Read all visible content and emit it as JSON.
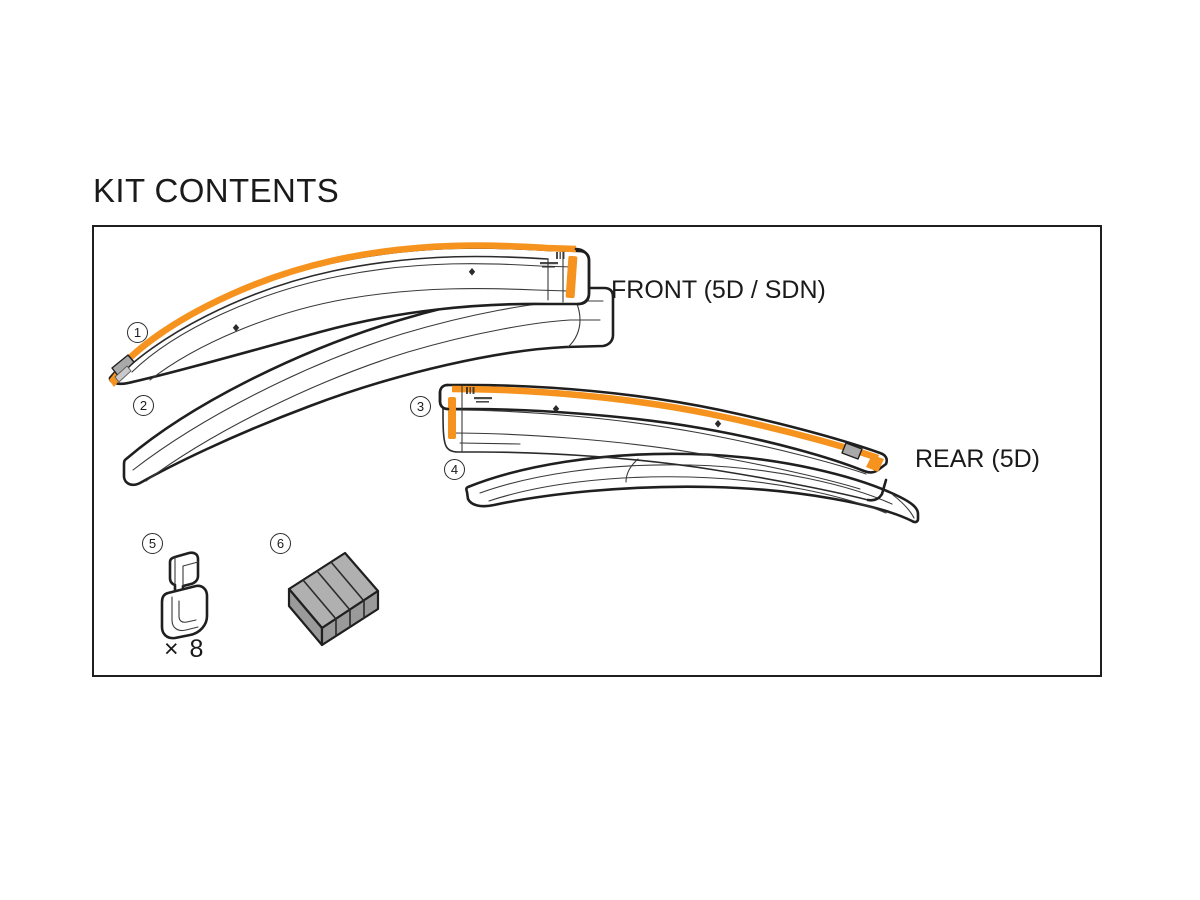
{
  "page": {
    "title": "KIT CONTENTS",
    "background_color": "#ffffff",
    "line_color": "#1f1f1f",
    "accent_color": "#f5931e",
    "shade_gray": "#a9a9a9"
  },
  "panel": {
    "border_color": "#1f1f1f"
  },
  "labels": {
    "front": "FRONT (5D / SDN)",
    "rear": "REAR (5D)",
    "quantity_clip": "× 8"
  },
  "callouts": [
    {
      "number": "1",
      "part": "front-upper-window-visor-with-adhesive-tape"
    },
    {
      "number": "2",
      "part": "front-lower-window-visor"
    },
    {
      "number": "3",
      "part": "rear-upper-window-visor-with-adhesive-tape"
    },
    {
      "number": "4",
      "part": "rear-lower-window-visor"
    },
    {
      "number": "5",
      "part": "mounting-clip"
    },
    {
      "number": "6",
      "part": "cleaning-wipe-pack"
    }
  ],
  "parts_list": [
    {
      "id": "1",
      "name": "FRONT (5D / SDN) visor",
      "qty": ""
    },
    {
      "id": "2",
      "name": "FRONT (5D / SDN) visor",
      "qty": ""
    },
    {
      "id": "3",
      "name": "REAR (5D) visor",
      "qty": ""
    },
    {
      "id": "4",
      "name": "REAR (5D) visor",
      "qty": ""
    },
    {
      "id": "5",
      "name": "Clip",
      "qty": "× 8"
    },
    {
      "id": "6",
      "name": "Wipe pack",
      "qty": ""
    }
  ]
}
